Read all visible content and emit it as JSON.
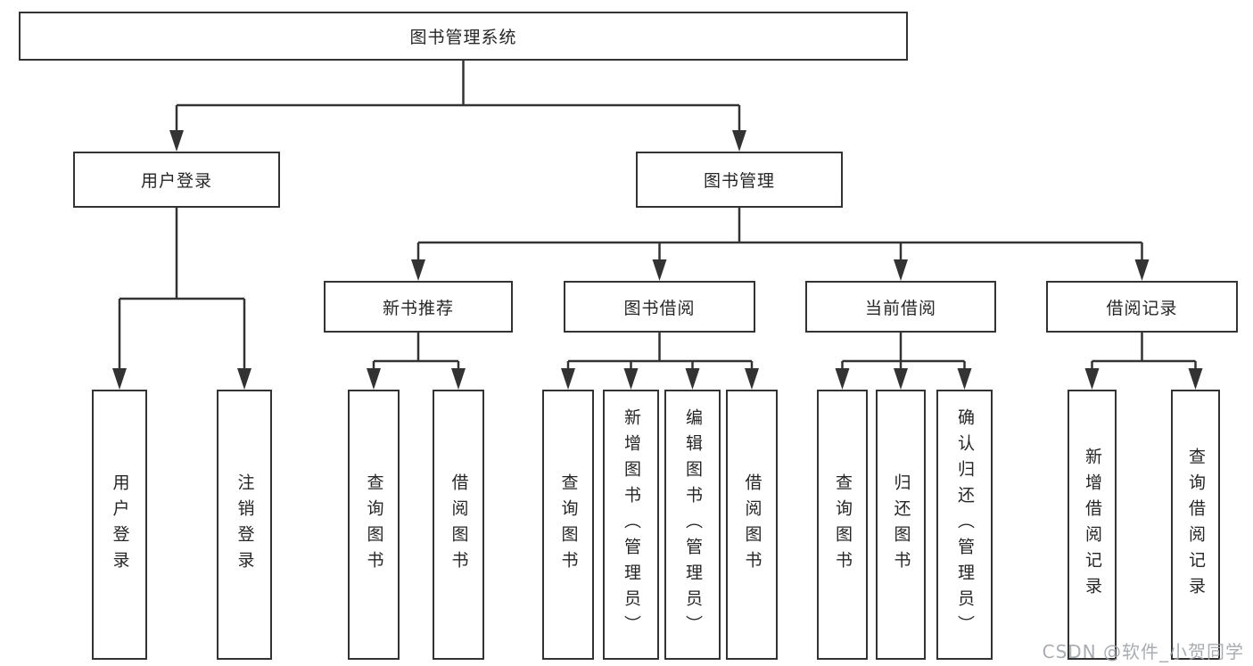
{
  "watermark": "CSDN @软件_小贺同学",
  "colors": {
    "line": "#333333",
    "text": "#262626",
    "watermark": "#a0a4a8"
  },
  "tree": {
    "root": "图书管理系统",
    "branches": [
      {
        "label": "用户登录",
        "children": [
          "用户登录",
          "注销登录"
        ]
      },
      {
        "label": "图书管理",
        "groups": [
          {
            "label": "新书推荐",
            "children": [
              "查询图书",
              "借阅图书"
            ]
          },
          {
            "label": "图书借阅",
            "children": [
              "查询图书",
              "新增图书（管理员）",
              "编辑图书（管理员）",
              "借阅图书"
            ]
          },
          {
            "label": "当前借阅",
            "children": [
              "查询图书",
              "归还图书",
              "确认归还（管理员）"
            ]
          },
          {
            "label": "借阅记录",
            "children": [
              "新增借阅记录",
              "查询借阅记录"
            ]
          }
        ]
      }
    ]
  }
}
